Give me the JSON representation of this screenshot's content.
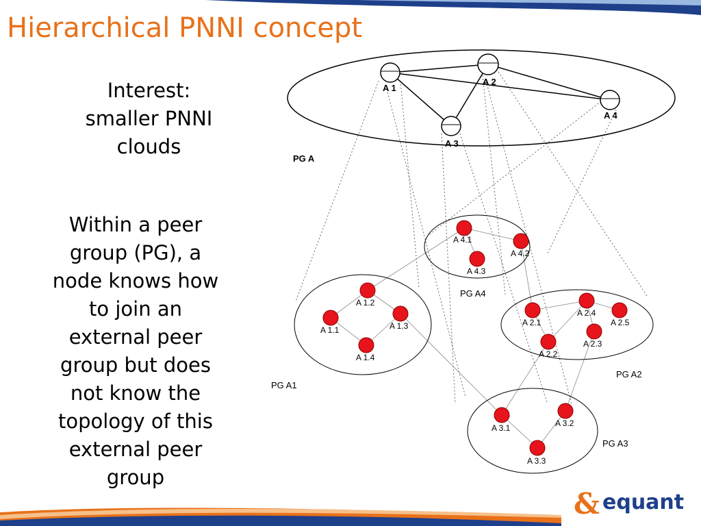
{
  "title": "Hierarchical PNNI concept",
  "interest_lines": [
    "Interest:",
    "smaller  PNNI",
    "clouds"
  ],
  "description_lines": [
    "Within a peer",
    "group (PG), a",
    "node knows how",
    "to join an",
    "external peer",
    "group but does",
    "not know the",
    "topology of this",
    "external peer",
    "group"
  ],
  "top_group": {
    "label": "PG A",
    "nodes": [
      "A 1",
      "A 2",
      "A 3",
      "A 4"
    ]
  },
  "peer_groups": [
    {
      "label": "PG A1",
      "nodes": [
        "A 1.1",
        "A 1.2",
        "A 1.3",
        "A 1.4"
      ]
    },
    {
      "label": "PG A2",
      "nodes": [
        "A 2.1",
        "A 2.2",
        "A 2.3",
        "A 2.4",
        "A 2.5"
      ]
    },
    {
      "label": "PG A3",
      "nodes": [
        "A 3.1",
        "A 3.2",
        "A 3.3"
      ]
    },
    {
      "label": "PG A4",
      "nodes": [
        "A 4.1",
        "A 4.2",
        "A 4.3"
      ]
    }
  ],
  "logo": {
    "text": "equant",
    "mark": "&"
  },
  "colors": {
    "title": "#e8711a",
    "node_fill": "#e8141c",
    "brand_blue": "#1e3f8a"
  }
}
